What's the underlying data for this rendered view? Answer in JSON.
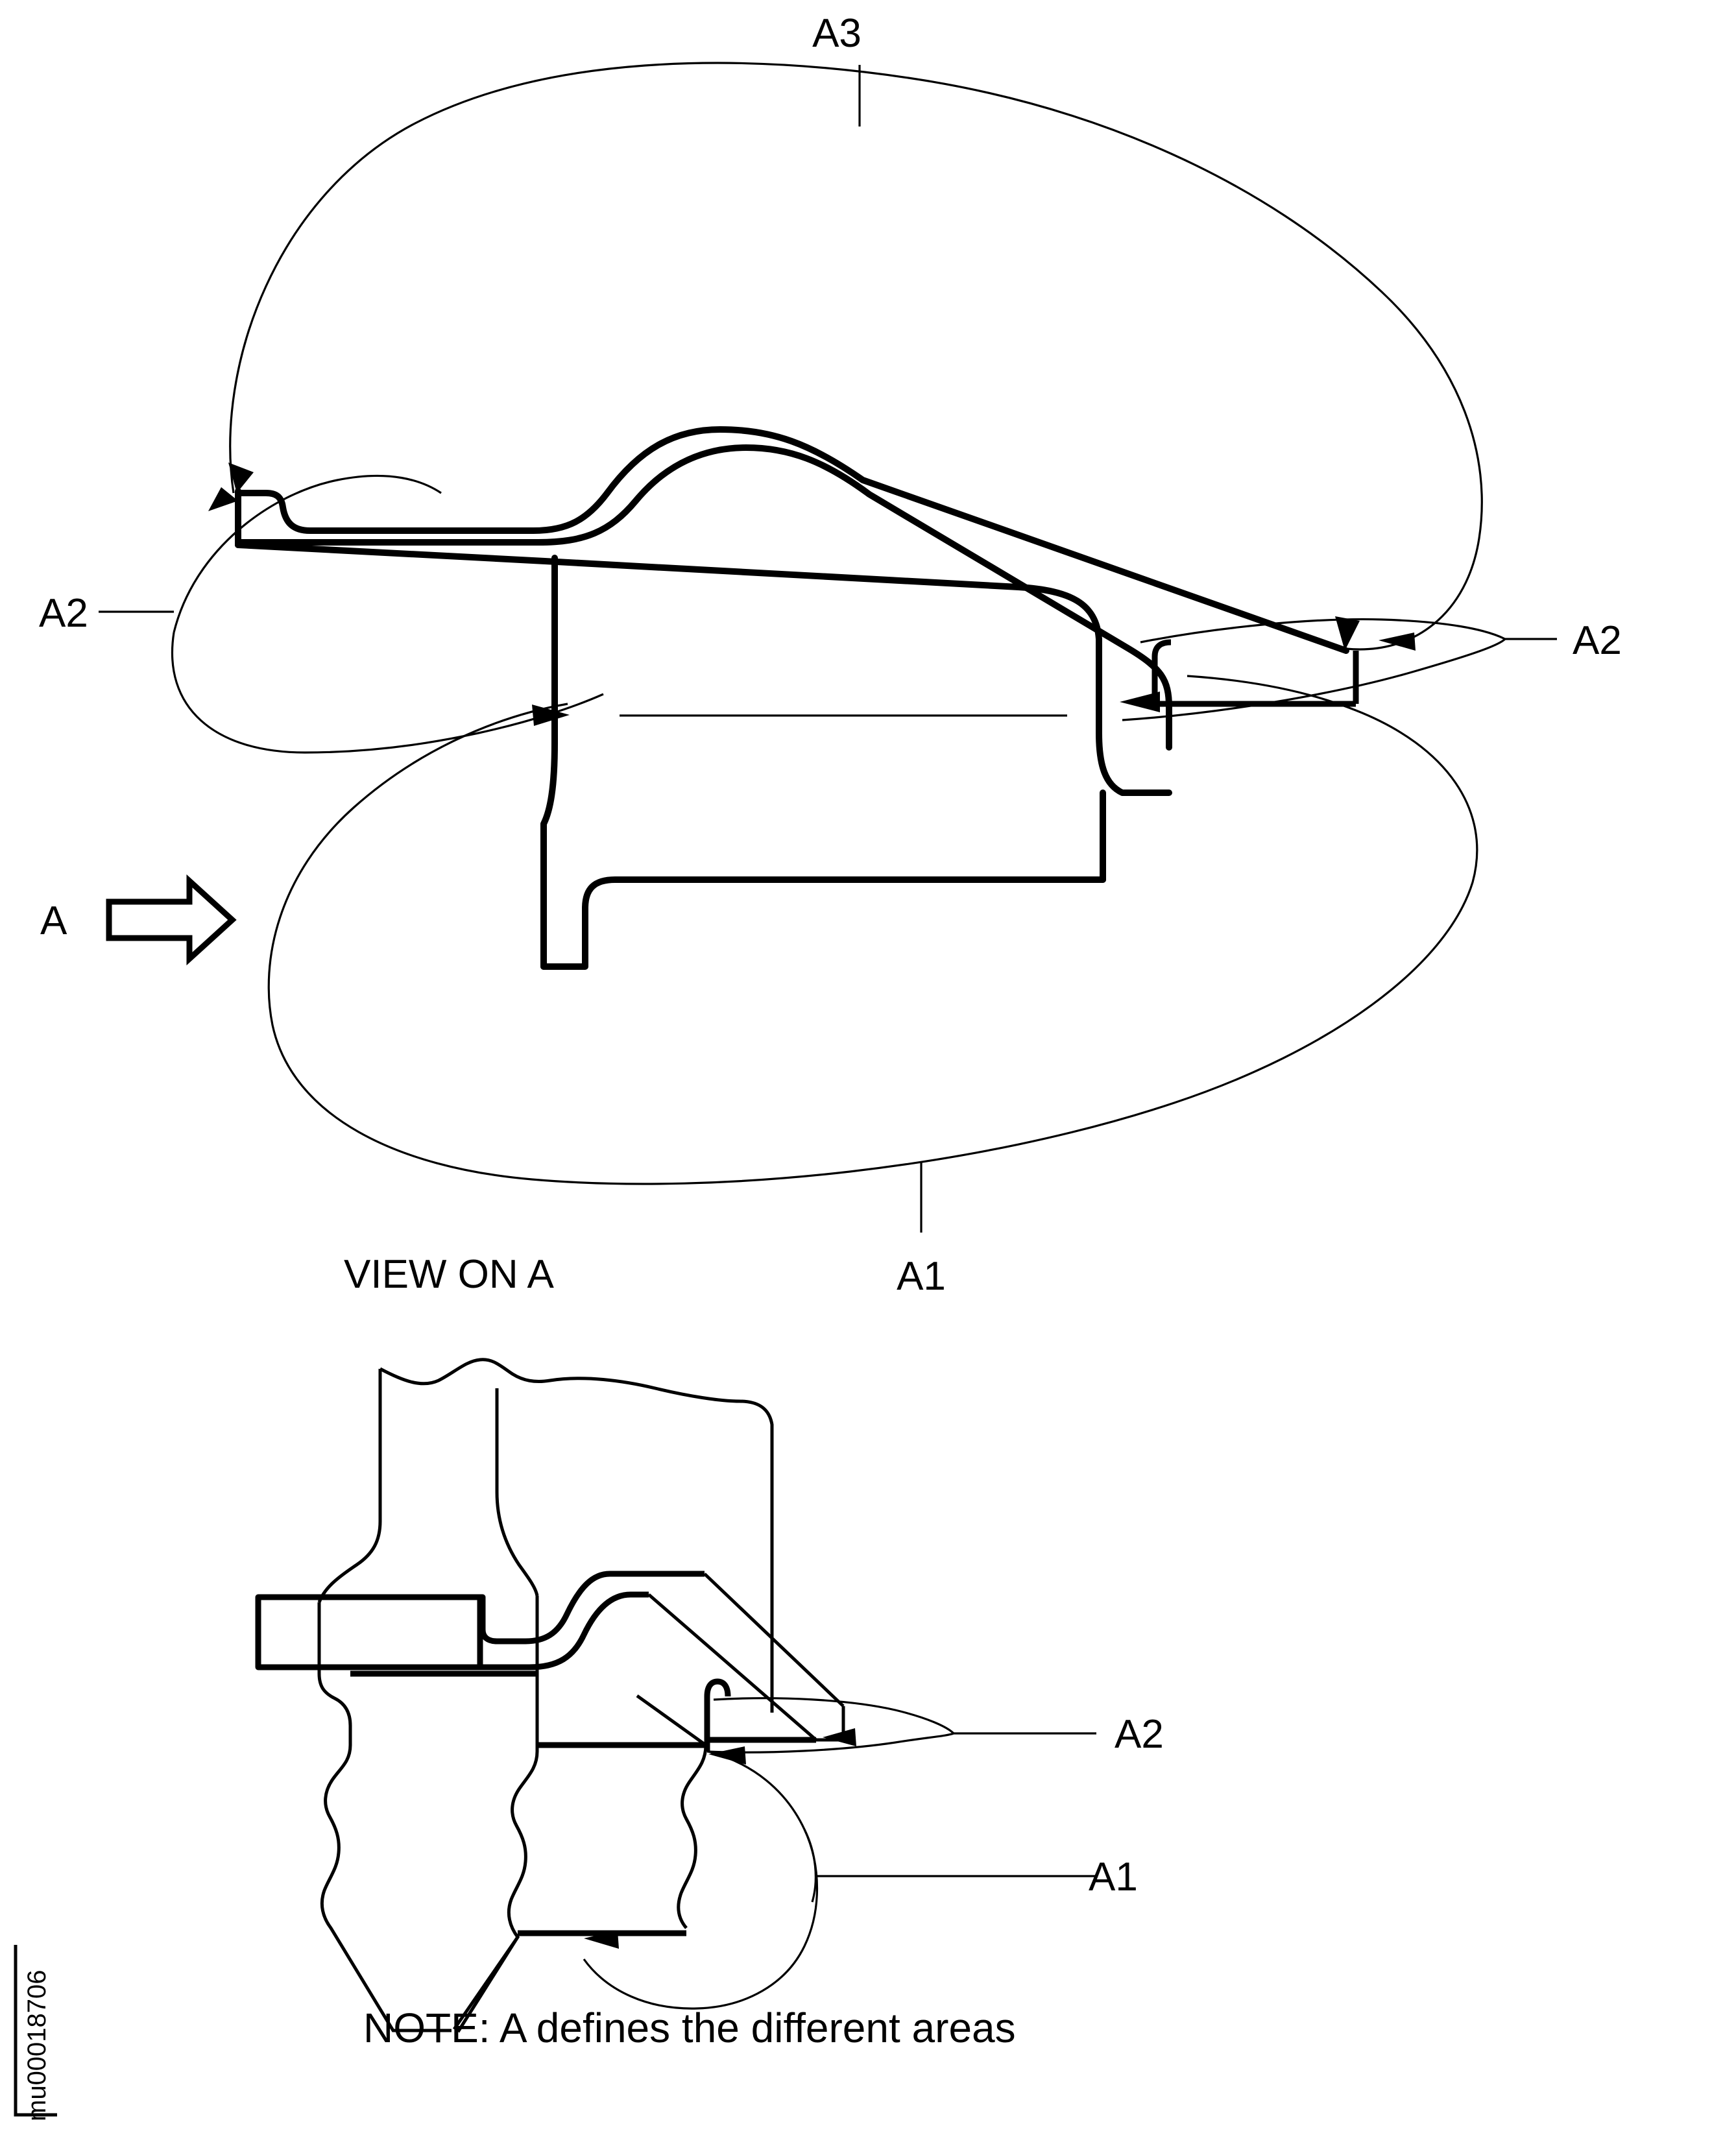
{
  "figure": {
    "id_text": "mu00018706",
    "view_caption": "VIEW ON A",
    "note": "NOTE: A defines the different areas",
    "type": "engineering-cross-section-drawing",
    "colors": {
      "line": "#000000",
      "background": "#ffffff"
    }
  },
  "labels": {
    "a3_top": "A3",
    "a2_left": "A2",
    "a2_right": "A2",
    "a1_upper": "A1",
    "a_viewdir": "A",
    "a2_lower": "A2",
    "a1_lower": "A1"
  },
  "annotations": [
    {
      "name": "A3",
      "view": "upper",
      "position": "top-center",
      "leader": "vertical-stem-to-balloon"
    },
    {
      "name": "A2",
      "view": "upper",
      "position": "left",
      "leader": "horizontal-dash-to-balloon"
    },
    {
      "name": "A2",
      "view": "upper",
      "position": "right",
      "leader": "horizontal-dash-to-balloon"
    },
    {
      "name": "A1",
      "view": "upper",
      "position": "bottom-center",
      "leader": "vertical-stem-to-balloon"
    },
    {
      "name": "A",
      "view": "upper",
      "position": "left",
      "leader": "block-arrow-right"
    },
    {
      "name": "A2",
      "view": "lower",
      "position": "right",
      "leader": "horizontal-line-to-balloon"
    },
    {
      "name": "A1",
      "view": "lower",
      "position": "right",
      "leader": "horizontal-line-to-balloon"
    }
  ],
  "arrowheads": {
    "count_upper": 5,
    "count_lower": 3
  }
}
